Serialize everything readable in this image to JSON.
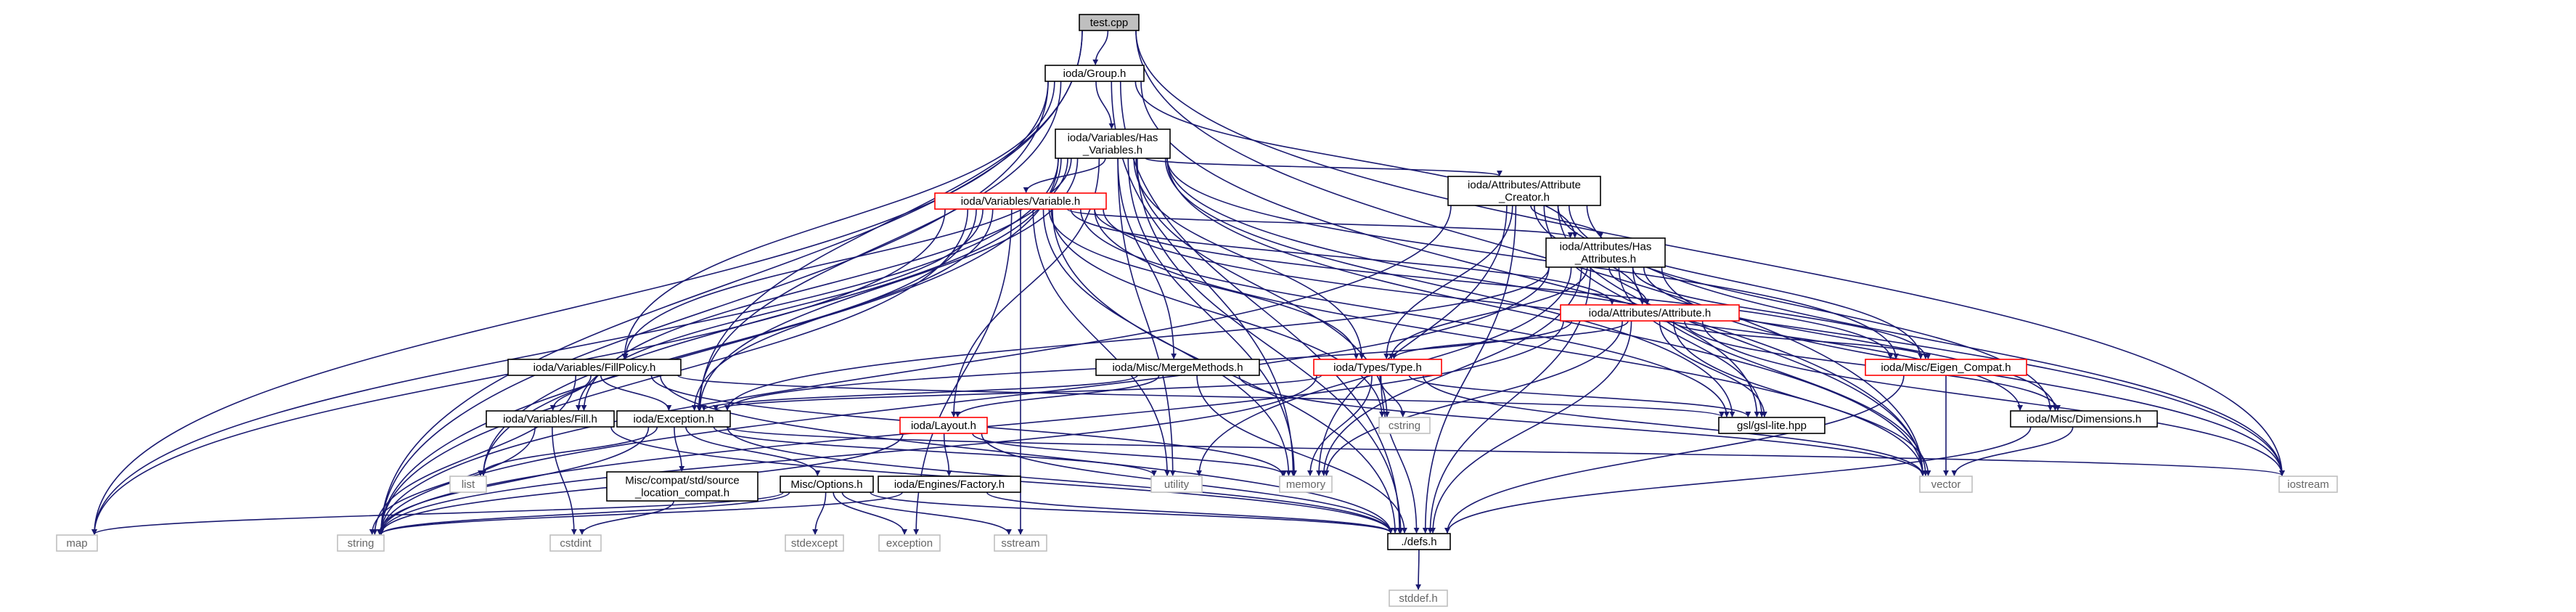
{
  "diagram": {
    "colors": {
      "edge": "#191970",
      "root_fill": "#bfbfbf",
      "root_border": "#000000",
      "normal_border": "#000000",
      "red_border": "#ff0000",
      "sys_border": "#bfbfbf",
      "text": "#000000",
      "sys_text": "#666666"
    },
    "nodes": [
      {
        "id": "test",
        "lines": [
          "test.cpp"
        ],
        "style": "root"
      },
      {
        "id": "group",
        "lines": [
          "ioda/Group.h"
        ],
        "style": "normal"
      },
      {
        "id": "hasvars",
        "lines": [
          "ioda/Variables/Has",
          "_Variables.h"
        ],
        "style": "normal"
      },
      {
        "id": "attcreator",
        "lines": [
          "ioda/Attributes/Attribute",
          "_Creator.h"
        ],
        "style": "normal"
      },
      {
        "id": "variable",
        "lines": [
          "ioda/Variables/Variable.h"
        ],
        "style": "red"
      },
      {
        "id": "hasatts",
        "lines": [
          "ioda/Attributes/Has",
          "_Attributes.h"
        ],
        "style": "normal"
      },
      {
        "id": "attribute",
        "lines": [
          "ioda/Attributes/Attribute.h"
        ],
        "style": "red"
      },
      {
        "id": "fillpolicy",
        "lines": [
          "ioda/Variables/FillPolicy.h"
        ],
        "style": "normal"
      },
      {
        "id": "merge",
        "lines": [
          "ioda/Misc/MergeMethods.h"
        ],
        "style": "normal"
      },
      {
        "id": "type",
        "lines": [
          "ioda/Types/Type.h"
        ],
        "style": "red"
      },
      {
        "id": "eigen",
        "lines": [
          "ioda/Misc/Eigen_Compat.h"
        ],
        "style": "red"
      },
      {
        "id": "fill",
        "lines": [
          "ioda/Variables/Fill.h"
        ],
        "style": "normal"
      },
      {
        "id": "exception",
        "lines": [
          "ioda/Exception.h"
        ],
        "style": "normal"
      },
      {
        "id": "layout",
        "lines": [
          "ioda/Layout.h"
        ],
        "style": "red"
      },
      {
        "id": "dims",
        "lines": [
          "ioda/Misc/Dimensions.h"
        ],
        "style": "normal"
      },
      {
        "id": "gsl",
        "lines": [
          "gsl/gsl-lite.hpp"
        ],
        "style": "normal"
      },
      {
        "id": "cstring",
        "lines": [
          "cstring"
        ],
        "style": "sys"
      },
      {
        "id": "compat",
        "lines": [
          "Misc/compat/std/source",
          "_location_compat.h"
        ],
        "style": "normal"
      },
      {
        "id": "options",
        "lines": [
          "Misc/Options.h"
        ],
        "style": "normal"
      },
      {
        "id": "factory",
        "lines": [
          "ioda/Engines/Factory.h"
        ],
        "style": "normal"
      },
      {
        "id": "utility",
        "lines": [
          "utility"
        ],
        "style": "sys"
      },
      {
        "id": "memory",
        "lines": [
          "memory"
        ],
        "style": "sys"
      },
      {
        "id": "vector",
        "lines": [
          "vector"
        ],
        "style": "sys"
      },
      {
        "id": "iostream",
        "lines": [
          "iostream"
        ],
        "style": "sys"
      },
      {
        "id": "list",
        "lines": [
          "list"
        ],
        "style": "sys"
      },
      {
        "id": "cstdint",
        "lines": [
          "cstdint"
        ],
        "style": "sys"
      },
      {
        "id": "map",
        "lines": [
          "map"
        ],
        "style": "sys"
      },
      {
        "id": "string",
        "lines": [
          "string"
        ],
        "style": "sys"
      },
      {
        "id": "stdexcept",
        "lines": [
          "stdexcept"
        ],
        "style": "sys"
      },
      {
        "id": "exceptionstd",
        "lines": [
          "exception"
        ],
        "style": "sys"
      },
      {
        "id": "sstream",
        "lines": [
          "sstream"
        ],
        "style": "sys"
      },
      {
        "id": "defs",
        "lines": [
          "./defs.h"
        ],
        "style": "normal"
      },
      {
        "id": "stddef",
        "lines": [
          "stddef.h"
        ],
        "style": "sys"
      }
    ],
    "edges": [
      [
        "test",
        "group"
      ],
      [
        "test",
        "vector"
      ],
      [
        "test",
        "iostream"
      ],
      [
        "test",
        "exception"
      ],
      [
        "test",
        "string"
      ],
      [
        "group",
        "hasvars"
      ],
      [
        "group",
        "hasatts"
      ],
      [
        "group",
        "fillpolicy"
      ],
      [
        "group",
        "exception"
      ],
      [
        "group",
        "map"
      ],
      [
        "group",
        "string"
      ],
      [
        "group",
        "vector"
      ],
      [
        "group",
        "defs"
      ],
      [
        "group",
        "memory"
      ],
      [
        "hasvars",
        "attcreator"
      ],
      [
        "hasvars",
        "variable"
      ],
      [
        "hasvars",
        "fillpolicy"
      ],
      [
        "hasvars",
        "merge"
      ],
      [
        "hasvars",
        "type"
      ],
      [
        "hasvars",
        "exception"
      ],
      [
        "hasvars",
        "eigen"
      ],
      [
        "hasvars",
        "gsl"
      ],
      [
        "hasvars",
        "cstring"
      ],
      [
        "hasvars",
        "memory"
      ],
      [
        "hasvars",
        "utility"
      ],
      [
        "hasvars",
        "vector"
      ],
      [
        "hasvars",
        "iostream"
      ],
      [
        "hasvars",
        "defs"
      ],
      [
        "hasvars",
        "map"
      ],
      [
        "hasvars",
        "string"
      ],
      [
        "hasvars",
        "fill"
      ],
      [
        "hasvars",
        "list"
      ],
      [
        "hasvars",
        "layout"
      ],
      [
        "attcreator",
        "hasatts"
      ],
      [
        "attcreator",
        "attribute"
      ],
      [
        "attcreator",
        "type"
      ],
      [
        "attcreator",
        "gsl"
      ],
      [
        "attcreator",
        "memory"
      ],
      [
        "attcreator",
        "vector"
      ],
      [
        "attcreator",
        "iostream"
      ],
      [
        "attcreator",
        "defs"
      ],
      [
        "attcreator",
        "string"
      ],
      [
        "attcreator",
        "dims"
      ],
      [
        "attcreator",
        "eigen"
      ],
      [
        "variable",
        "hasatts"
      ],
      [
        "variable",
        "attribute"
      ],
      [
        "variable",
        "type"
      ],
      [
        "variable",
        "exception"
      ],
      [
        "variable",
        "fill"
      ],
      [
        "variable",
        "gsl"
      ],
      [
        "variable",
        "map"
      ],
      [
        "variable",
        "string"
      ],
      [
        "variable",
        "list"
      ],
      [
        "variable",
        "memory"
      ],
      [
        "variable",
        "vector"
      ],
      [
        "variable",
        "cstring"
      ],
      [
        "variable",
        "utility"
      ],
      [
        "variable",
        "defs"
      ],
      [
        "variable",
        "eigen"
      ],
      [
        "variable",
        "dims"
      ],
      [
        "variable",
        "sstream"
      ],
      [
        "variable",
        "exceptionstd"
      ],
      [
        "hasatts",
        "attribute"
      ],
      [
        "hasatts",
        "type"
      ],
      [
        "hasatts",
        "eigen"
      ],
      [
        "hasatts",
        "dims"
      ],
      [
        "hasatts",
        "gsl"
      ],
      [
        "hasatts",
        "exception"
      ],
      [
        "hasatts",
        "string"
      ],
      [
        "hasatts",
        "vector"
      ],
      [
        "hasatts",
        "memory"
      ],
      [
        "hasatts",
        "iostream"
      ],
      [
        "hasatts",
        "defs"
      ],
      [
        "hasatts",
        "utility"
      ],
      [
        "attribute",
        "type"
      ],
      [
        "attribute",
        "eigen"
      ],
      [
        "attribute",
        "dims"
      ],
      [
        "attribute",
        "gsl"
      ],
      [
        "attribute",
        "exception"
      ],
      [
        "attribute",
        "string"
      ],
      [
        "attribute",
        "vector"
      ],
      [
        "attribute",
        "memory"
      ],
      [
        "attribute",
        "iostream"
      ],
      [
        "attribute",
        "defs"
      ],
      [
        "fillpolicy",
        "fill"
      ],
      [
        "fillpolicy",
        "exception"
      ],
      [
        "fillpolicy",
        "gsl"
      ],
      [
        "fillpolicy",
        "string"
      ],
      [
        "fillpolicy",
        "memory"
      ],
      [
        "fillpolicy",
        "defs"
      ],
      [
        "merge",
        "exception"
      ],
      [
        "merge",
        "layout"
      ],
      [
        "merge",
        "vector"
      ],
      [
        "merge",
        "defs"
      ],
      [
        "type",
        "gsl"
      ],
      [
        "type",
        "cstring"
      ],
      [
        "type",
        "vector"
      ],
      [
        "type",
        "memory"
      ],
      [
        "type",
        "defs"
      ],
      [
        "type",
        "string"
      ],
      [
        "type",
        "exception"
      ],
      [
        "eigen",
        "vector"
      ],
      [
        "eigen",
        "defs"
      ],
      [
        "dims",
        "vector"
      ],
      [
        "dims",
        "defs"
      ],
      [
        "fill",
        "cstdint"
      ],
      [
        "fill",
        "string"
      ],
      [
        "fill",
        "defs"
      ],
      [
        "exception",
        "compat"
      ],
      [
        "exception",
        "options"
      ],
      [
        "exception",
        "string"
      ],
      [
        "exception",
        "list"
      ],
      [
        "exception",
        "utility"
      ],
      [
        "exception",
        "defs"
      ],
      [
        "exception",
        "iostream"
      ],
      [
        "layout",
        "factory"
      ],
      [
        "layout",
        "string"
      ],
      [
        "layout",
        "memory"
      ],
      [
        "layout",
        "defs"
      ],
      [
        "compat",
        "cstdint"
      ],
      [
        "options",
        "string"
      ],
      [
        "options",
        "map"
      ],
      [
        "options",
        "stdexcept"
      ],
      [
        "options",
        "exceptionstd"
      ],
      [
        "options",
        "sstream"
      ],
      [
        "options",
        "defs"
      ],
      [
        "factory",
        "defs"
      ],
      [
        "factory",
        "string"
      ],
      [
        "defs",
        "stddef"
      ]
    ]
  }
}
